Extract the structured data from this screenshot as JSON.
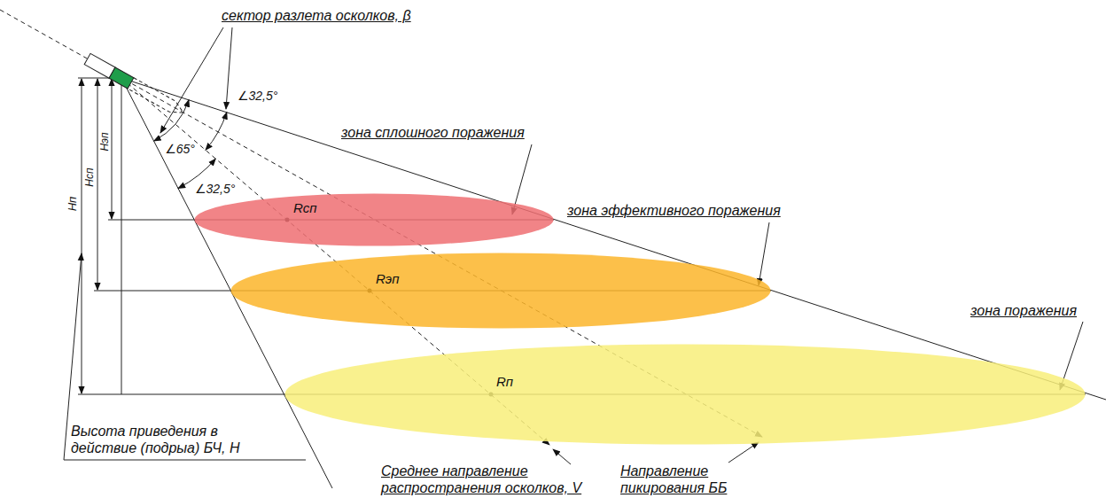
{
  "diagram": {
    "nodes": [
      {
        "text": [
          "Rсп"
        ]
      },
      {
        "text": [
          "Rэп"
        ]
      },
      {
        "text": [
          "Rп"
        ]
      }
    ],
    "labels": [
      "сектор разлета осколков, β",
      "∠65°",
      "∠32,5°",
      "∠32,5°",
      "зона сплошного поражения",
      "зона эффективного поражения",
      "зона поражения",
      "Hп",
      "Hсп",
      "Hэп",
      "Высота приведения в действие (подрыа) БЧ, H",
      "Среднее направление распространения осколков, V",
      "Направление пикирования ББ"
    ]
  }
}
